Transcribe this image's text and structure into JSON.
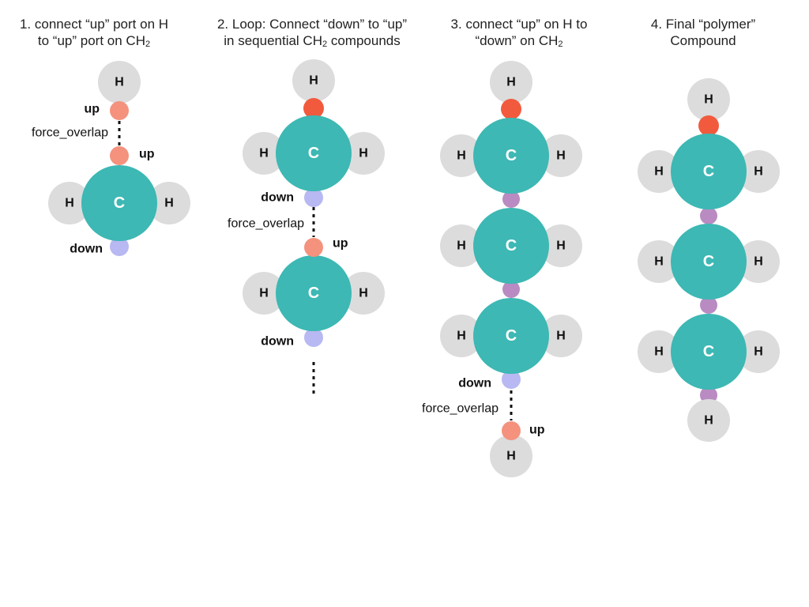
{
  "colors": {
    "carbon": "#3db8b4",
    "hydrogen": "#dcdcdc",
    "port_up": "#f4927e",
    "port_up_bond": "#f25a3e",
    "port_down": "#b8b8f2",
    "bond": "#b98bc2",
    "line": "#111111"
  },
  "atom_labels": {
    "carbon": "C",
    "hydrogen": "H"
  },
  "port_labels": {
    "up": "up",
    "down": "down",
    "overlap": "force_overlap"
  },
  "panels": [
    {
      "step": "1.",
      "title_line1": "connect “up” port on H",
      "title_line2_pre": "to “up” port on CH",
      "title_line2_sub": "2",
      "title_line2_post": ""
    },
    {
      "step": "2.",
      "title_line1": "Loop: Connect “down” to “up”",
      "title_line2_pre": "in sequential CH",
      "title_line2_sub": "2",
      "title_line2_post": " compounds"
    },
    {
      "step": "3.",
      "title_line1": "connect “up” on H to",
      "title_line2_pre": "“down” on CH",
      "title_line2_sub": "2",
      "title_line2_post": ""
    },
    {
      "step": "4.",
      "title_line1": "Final “polymer”",
      "title_line2_pre": "Compound",
      "title_line2_sub": "",
      "title_line2_post": ""
    }
  ]
}
